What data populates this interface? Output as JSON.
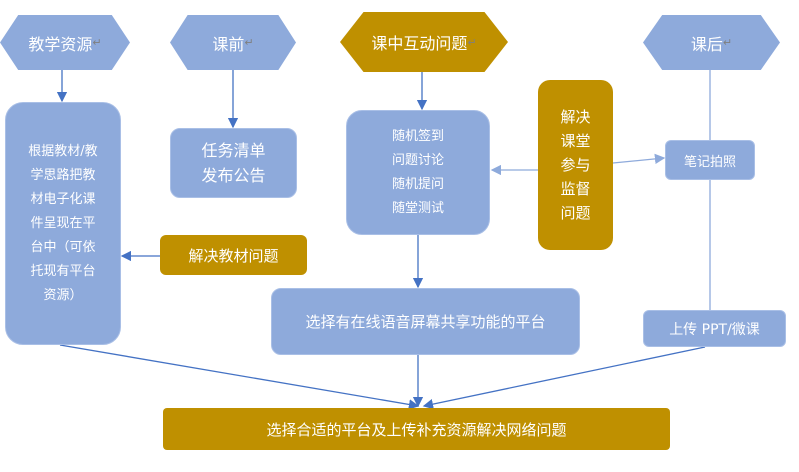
{
  "stages": {
    "resources": "教学资源",
    "before_class": "课前",
    "in_class": "课中互动问题",
    "after_class": "课后"
  },
  "nodes": {
    "resource_detail": [
      "根据教材/教",
      "学思路把教",
      "材电子化课",
      "件呈现在平",
      "台中（可依",
      "托现有平台",
      "资源）"
    ],
    "pre_class_tasks": [
      "任务清单",
      "发布公告"
    ],
    "textbook_issue": "解决教材问题",
    "in_class_activities": [
      "随机签到",
      "问题讨论",
      "随机提问",
      "随堂测试"
    ],
    "participation_issue": [
      "解决",
      "课堂",
      "参与",
      "监督",
      "问题"
    ],
    "notes_photo": "笔记拍照",
    "platform_choice": "选择有在线语音屏幕共享功能的平台",
    "upload": "上传 PPT/微课",
    "final": "选择合适的平台及上传补充资源解决网络问题"
  },
  "return_mark": "↵",
  "colors": {
    "blue": "#8eaadb",
    "gold": "#bf9000",
    "arrow": "#4472c4"
  }
}
